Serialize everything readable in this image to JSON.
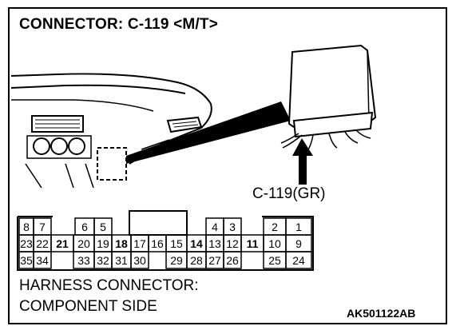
{
  "diagram": {
    "title": "CONNECTOR: C-119 <M/T>",
    "callout_label": "C-119(GR)",
    "caption_line1": "HARNESS CONNECTOR:",
    "caption_line2": "COMPONENT SIDE",
    "figure_code": "AK501122AB"
  },
  "connector": {
    "row1": [
      {
        "pin": "8"
      },
      {
        "pin": "7"
      },
      {
        "pin": "6"
      },
      {
        "pin": "5"
      },
      {
        "pin": "4"
      },
      {
        "pin": "3"
      },
      {
        "pin": "2"
      },
      {
        "pin": "1"
      }
    ],
    "row2": [
      {
        "pin": "23"
      },
      {
        "pin": "22"
      },
      {
        "pin": "21"
      },
      {
        "pin": "20"
      },
      {
        "pin": "19"
      },
      {
        "pin": "18"
      },
      {
        "pin": "17"
      },
      {
        "pin": "16"
      },
      {
        "pin": "15"
      },
      {
        "pin": "14"
      },
      {
        "pin": "13"
      },
      {
        "pin": "12"
      },
      {
        "pin": "11"
      },
      {
        "pin": "10"
      },
      {
        "pin": "9"
      }
    ],
    "row3": [
      {
        "pin": "35"
      },
      {
        "pin": "34"
      },
      {
        "pin": "33"
      },
      {
        "pin": "32"
      },
      {
        "pin": "31"
      },
      {
        "pin": "30"
      },
      {
        "pin": "29"
      },
      {
        "pin": "28"
      },
      {
        "pin": "27"
      },
      {
        "pin": "26"
      },
      {
        "pin": "25"
      },
      {
        "pin": "24"
      }
    ]
  }
}
